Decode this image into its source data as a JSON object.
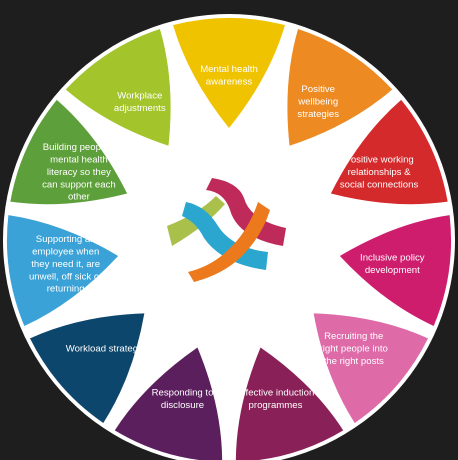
{
  "diagram": {
    "background": "#1e1e1e",
    "disc_color": "#ffffff",
    "segments": [
      {
        "label": "Mental health\nawareness",
        "color": "#efc300"
      },
      {
        "label": "Positive\nwellbeing\nstrategies",
        "color": "#ee8a22"
      },
      {
        "label": "Positive working\nrelationships &\nsocial connections",
        "color": "#d42a2c"
      },
      {
        "label": "Inclusive policy\ndevelopment",
        "color": "#cf1d6e"
      },
      {
        "label": "Recruiting the\nright people into\nthe right posts",
        "color": "#de6aa8"
      },
      {
        "label": "Effective induction\nprogrammes",
        "color": "#8a2058"
      },
      {
        "label": "Responding to\ndisclosure",
        "color": "#5c1f5e"
      },
      {
        "label": "Workload strategy",
        "color": "#0d466c"
      },
      {
        "label": "Supporting an\nemployee when\nthey need it, are\nunwell, off sick or\nreturning",
        "color": "#3aa2d7"
      },
      {
        "label": "Building people's\nmental health\nliteracy so they\ncan support each\nother",
        "color": "#5d9f3a"
      },
      {
        "label": "Workplace\nadjustments",
        "color": "#a3c42a"
      }
    ],
    "logo": {
      "description_icon": "interwoven-ribbons-logo-icon",
      "colors": [
        "#a9c04b",
        "#be2a5a",
        "#2aa6cf",
        "#ec7a1c"
      ]
    }
  }
}
